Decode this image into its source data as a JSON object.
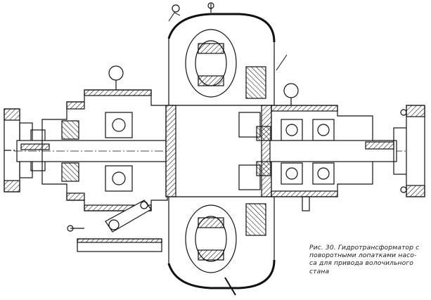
{
  "figure": {
    "caption_lines": [
      "Рис. 30. Гидротрансформатор с",
      "поворотными лопатками насо-",
      "са для привода волочильного",
      "стана"
    ]
  }
}
